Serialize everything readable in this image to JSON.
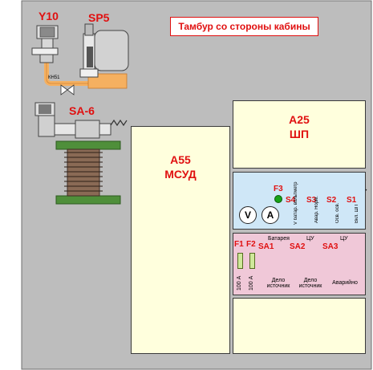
{
  "title": "Тамбур со стороны кабины",
  "devices": {
    "y10": "Y10",
    "sp5": "SP5",
    "kn51": "КН51",
    "sa6": "SA-6"
  },
  "panels": {
    "a25": {
      "code": "A25",
      "name": "ШП"
    },
    "a55": {
      "code": "A55",
      "name": "МСУД"
    }
  },
  "switch_panel": {
    "fuse": "F3",
    "switches": [
      "S4",
      "S3",
      "S2",
      "S1"
    ],
    "switch_captions": [
      "V батар. вольтметр",
      "Авар. Норм.",
      "Осв. осв.",
      "Вкл. ШП"
    ],
    "meters": [
      "V",
      "A"
    ]
  },
  "breaker_panel": {
    "fuses": [
      "F1",
      "F2"
    ],
    "fuse_ratings": [
      "100 А",
      "100 А"
    ],
    "breakers": [
      {
        "id": "SA1",
        "top": "Батарея",
        "bottom": "Дело источник"
      },
      {
        "id": "SA2",
        "top": "ЦУ",
        "bottom": "Дело источник"
      },
      {
        "id": "SA3",
        "top": "ЦУ",
        "bottom": "Аварийно"
      }
    ]
  },
  "colors": {
    "background": "#bdbdbd",
    "panel_cream": "#ffffdd",
    "panel_blue": "#cfe7f7",
    "panel_pink": "#f0c8d8",
    "label_red": "#e01010",
    "pipe": "#f5b060"
  }
}
